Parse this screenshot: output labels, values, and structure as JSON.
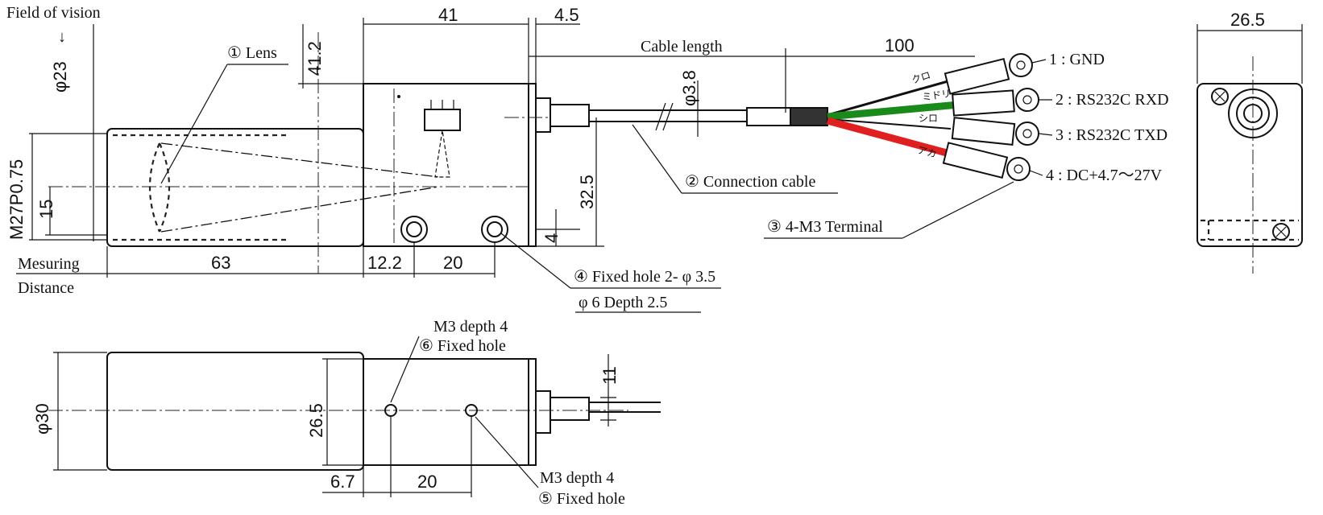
{
  "labels": {
    "field_of_vision": "Field of vision",
    "arrow_down": "↓",
    "lens": "① Lens",
    "cable_length": "Cable length",
    "connection_cable": "② Connection cable",
    "terminal": "③ 4-M3 Terminal",
    "fixed_hole_top": "④ Fixed hole 2- φ 3.5",
    "fixed_hole_top_sub": "φ 6 Depth 2.5",
    "mesuring": "Mesuring",
    "distance": "Distance",
    "m3_depth_upper": "M3 depth 4",
    "fixed_hole_6": "⑥ Fixed hole",
    "m3_depth_lower": "M3 depth 4",
    "fixed_hole_5": "⑤ Fixed hole"
  },
  "wires": {
    "w1": "1 : GND",
    "w2": "2 : RS232C RXD",
    "w3": "3 : RS232C TXD",
    "w4": "4 : DC+4.7～27V",
    "k1": "クロ",
    "k2": "ミドリ",
    "k3": "シロ",
    "k4": "アカ"
  },
  "colors": {
    "green_wire": "#1a8a1a",
    "red_wire": "#e02020",
    "black_wire": "#111111"
  },
  "dims": {
    "d41": "41",
    "d4_5": "4.5",
    "d100": "100",
    "d26_5_top": "26.5",
    "d41_2": "41.2",
    "phi23": "φ23",
    "m27": "M27P0.75",
    "d15": "15",
    "phi3_8": "φ3.8",
    "d32_5": "32.5",
    "d4": "4",
    "d63": "63",
    "d12_2": "12.2",
    "d20_top": "20",
    "phi30": "φ30",
    "d26_5_side": "26.5",
    "d11": "11",
    "d6_7": "6.7",
    "d20_bottom": "20"
  }
}
